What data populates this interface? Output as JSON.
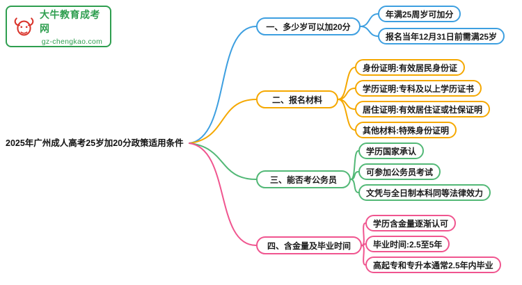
{
  "logo": {
    "title": "大牛教育成考网",
    "url": "gz-chengkao.com"
  },
  "root": {
    "label": "2025年广州成人高考25岁加20分政策适用条件"
  },
  "colors": {
    "logo_green": "#2e9e4f",
    "logo_red": "#d9342b"
  },
  "branches": [
    {
      "label": "一、多少岁可以加20分",
      "color": "#3d9fe0",
      "children": [
        "年满25周岁可加分",
        "报名当年12月31日前需满25岁"
      ]
    },
    {
      "label": "二、报名材料",
      "color": "#f5a800",
      "children": [
        "身份证明:有效居民身份证",
        "学历证明:专科及以上学历证书",
        "居住证明:有效居住证或社保证明",
        "其他材料:特殊身份证明"
      ]
    },
    {
      "label": "三、能否考公务员",
      "color": "#52b876",
      "children": [
        "学历国家承认",
        "可参加公务员考试",
        "文凭与全日制本科同等法律效力"
      ]
    },
    {
      "label": "四、含金量及毕业时间",
      "color": "#f0558f",
      "children": [
        "学历含金量逐渐认可",
        "毕业时间:2.5至5年",
        "高起专和专升本通常2.5年内毕业"
      ]
    }
  ]
}
